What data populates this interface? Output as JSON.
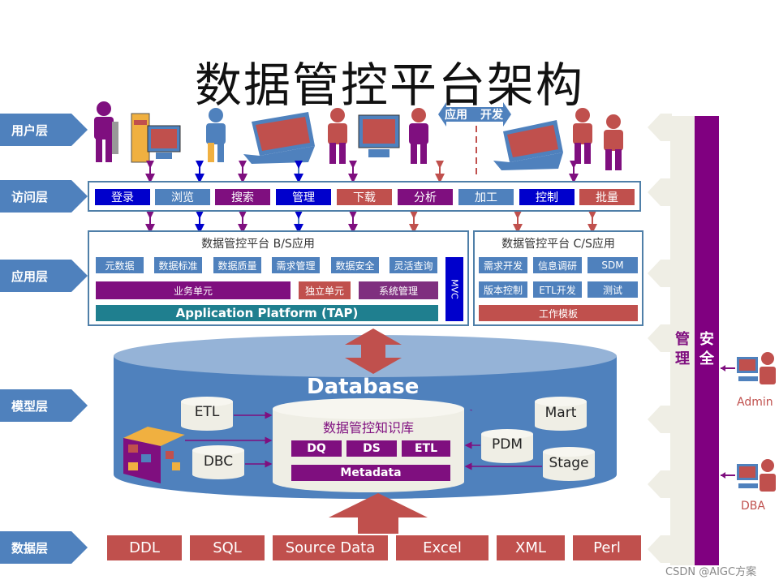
{
  "title": "数据管控平台架构",
  "layers": [
    "用户层",
    "访问层",
    "应用层",
    "模型层",
    "数据层"
  ],
  "app_dev": [
    "应用",
    "开发"
  ],
  "access_items": [
    {
      "label": "登录",
      "color": "#0000cc"
    },
    {
      "label": "浏览",
      "color": "#4f81bd"
    },
    {
      "label": "搜索",
      "color": "#7f0f7f"
    },
    {
      "label": "管理",
      "color": "#0000cc"
    },
    {
      "label": "下载",
      "color": "#c0504d"
    },
    {
      "label": "分析",
      "color": "#7f0f7f"
    },
    {
      "label": "加工",
      "color": "#4f81bd"
    },
    {
      "label": "控制",
      "color": "#0000cc"
    },
    {
      "label": "批量",
      "color": "#c0504d"
    }
  ],
  "bs": {
    "title": "数据管控平台 B/S应用",
    "row1": [
      "元数据",
      "数据标准",
      "数据质量",
      "需求管理",
      "数据安全",
      "灵活查询"
    ],
    "business": "业务单元",
    "independent": "独立单元",
    "system": "系统管理",
    "mvc": "MVC",
    "tap": "Application Platform (TAP)"
  },
  "cs": {
    "title": "数据管控平台 C/S应用",
    "row1": [
      "需求开发",
      "信息调研",
      "SDM"
    ],
    "row2": [
      "版本控制",
      "ETL开发",
      "测试"
    ],
    "template": "工作模板"
  },
  "database": {
    "title": "Database",
    "kb_title": "数据管控知识库",
    "kb_items": [
      "DQ",
      "DS",
      "ETL"
    ],
    "metadata": "Metadata",
    "etl": "ETL",
    "dbc": "DBC",
    "mart": "Mart",
    "pdm": "PDM",
    "stage": "Stage"
  },
  "data_sources": [
    "DDL",
    "SQL",
    "Source Data",
    "Excel",
    "XML",
    "Perl"
  ],
  "side": {
    "management": [
      "管",
      "理"
    ],
    "security": [
      "安",
      "全"
    ]
  },
  "users": {
    "admin": "Admin",
    "dba": "DBA"
  },
  "watermark": "CSDN @AIGC方案",
  "colors": {
    "blue": "#0000cc",
    "steel": "#4f81bd",
    "purple": "#7f0f7f",
    "red": "#c0504d",
    "teal": "#1f7f8f",
    "db": "#4f81bd"
  }
}
